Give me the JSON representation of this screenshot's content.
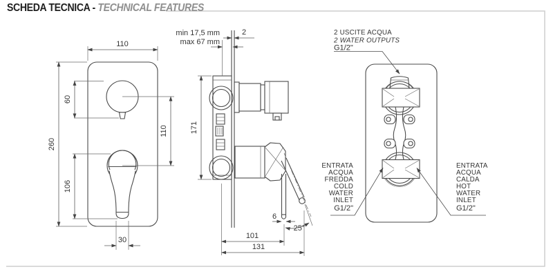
{
  "title": {
    "it": "SCHEDA TECNICA -",
    "en": "TECHNICAL FEATURES"
  },
  "front_view": {
    "plate_width": "110",
    "plate_height": "260",
    "diverter_offset": "60",
    "centers_distance": "110",
    "handle_length": "106",
    "handle_width": "30"
  },
  "side_view": {
    "depth_min": "min 17,5 mm",
    "depth_max": "max 67 mm",
    "plate_thickness": "2",
    "body_height": "171",
    "lever_thickness": "6",
    "lever_angle": "25°",
    "depth_to_lever": "101",
    "depth_total": "131"
  },
  "back_view": {
    "outputs": {
      "it": "2 USCITE ACQUA",
      "en": "2 WATER OUTPUTS",
      "thread": "G1/2\""
    },
    "cold_inlet": {
      "lines": [
        "ENTRATA",
        "ACQUA",
        "FREDDA",
        "COLD",
        "WATER",
        "INLET",
        "G1/2\""
      ]
    },
    "hot_inlet": {
      "lines": [
        "ENTRATA",
        "ACQUA",
        "CALDA",
        "HOT",
        "WATER",
        "INLET",
        "G1/2\""
      ]
    }
  }
}
